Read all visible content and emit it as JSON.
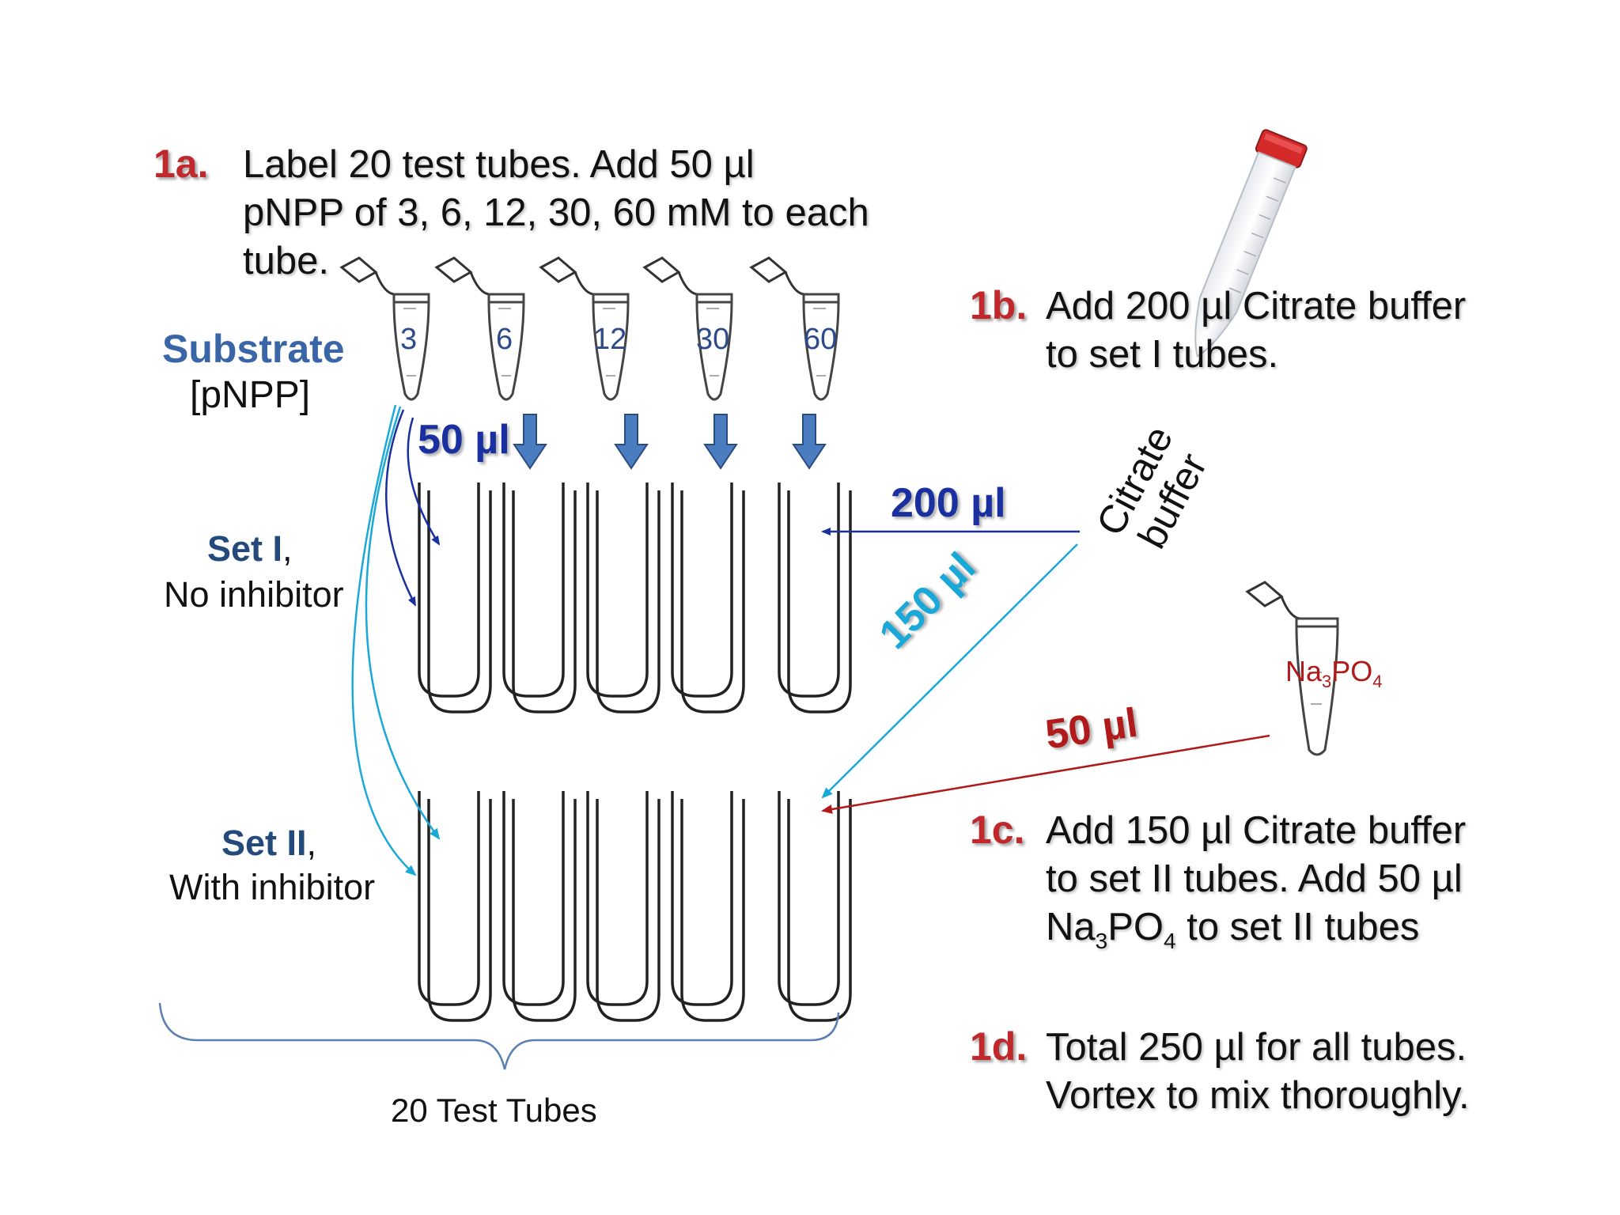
{
  "steps": {
    "s1a": {
      "tag": "1a.",
      "line1": "Label  20 test tubes.  Add 50 µl",
      "line2": "pNPP of 3, 6, 12, 30, 60 mM to each",
      "line3": "tube."
    },
    "s1b": {
      "tag": "1b.",
      "line1": "Add 200 µl Citrate buffer",
      "line2": "to set I tubes."
    },
    "s1c": {
      "tag": "1c.",
      "line1": "Add 150 µl Citrate buffer",
      "line2": "to set II tubes. Add 50 µl",
      "line3_pre": "Na",
      "line3_sub1": "3",
      "line3_mid": "PO",
      "line3_sub2": "4",
      "line3_post": " to set II tubes"
    },
    "s1d": {
      "tag": "1d.",
      "line1": "Total 250 µl for all tubes.",
      "line2": "Vortex to mix thoroughly."
    }
  },
  "substrate": {
    "title": "Substrate",
    "subtitle": "[pNPP]",
    "concentrations": [
      "3",
      "6",
      "12",
      "30",
      "60"
    ]
  },
  "sets": {
    "set1": {
      "name": "Set I",
      "suffix": ",",
      "desc": "No inhibitor"
    },
    "set2": {
      "name": "Set II",
      "suffix": ",",
      "desc": "With inhibitor"
    }
  },
  "volumes": {
    "substrate": "50 µl",
    "citrate_set1": "200 µl",
    "citrate_set2": "150 µl",
    "na3po4": "50 µl"
  },
  "citrate": {
    "line1": "Citrate",
    "line2": "buffer"
  },
  "na3po4_tube": {
    "pre": "Na",
    "sub1": "3",
    "mid": "PO",
    "sub2": "4"
  },
  "brace_label": "20 Test Tubes",
  "colors": {
    "step_tag": "#c0282c",
    "set_name": "#234a7a",
    "dark_blue": "#1a2fa0",
    "cyan": "#19a8d8",
    "red": "#b01a1a",
    "arrow_fill": "#4a7cc0",
    "tube_num": "#2d4a8a"
  }
}
